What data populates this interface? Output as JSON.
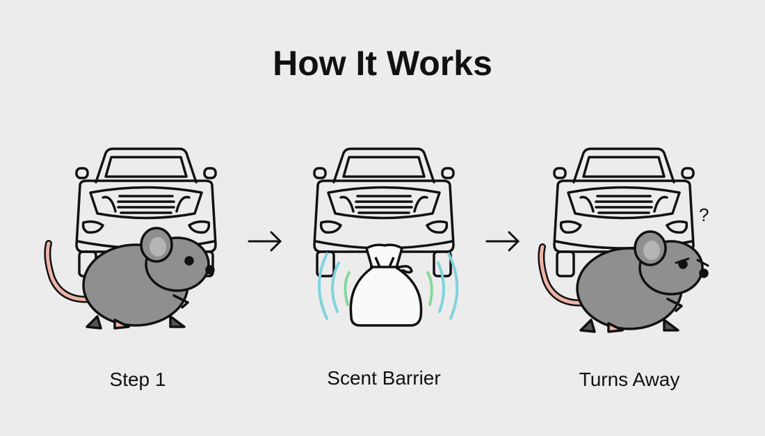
{
  "title": "How It Works",
  "steps": [
    {
      "label": "Step 1",
      "icon": "car-with-mouse-icon"
    },
    {
      "label": "Scent Barrier",
      "icon": "car-with-scent-bag-icon"
    },
    {
      "label": "Turns Away",
      "icon": "car-with-confused-mouse-icon"
    }
  ],
  "question_mark": "?",
  "colors": {
    "background": "#ececec",
    "mouse": "#8f8f8f",
    "tail": "#eeb4a8",
    "scent_outer": "#7fd3dd",
    "scent_inner": "#86d89b"
  }
}
